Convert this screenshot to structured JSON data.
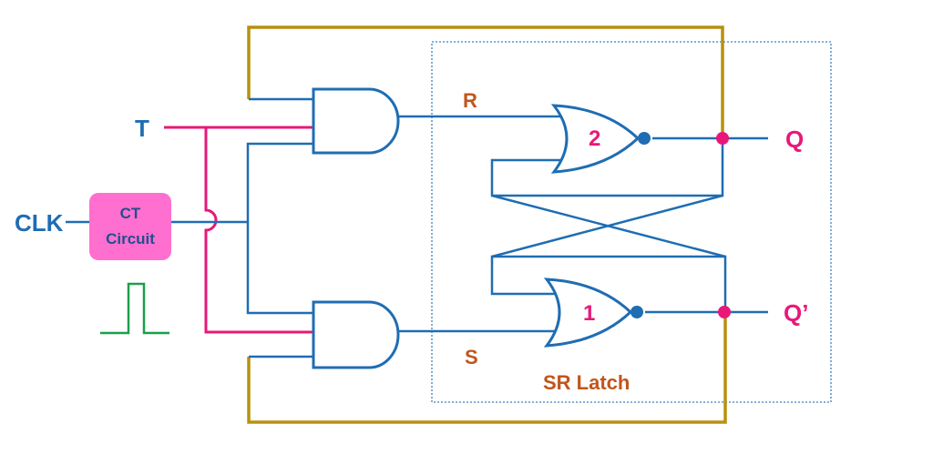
{
  "labels": {
    "clk": "CLK",
    "t": "T",
    "r": "R",
    "s": "S",
    "q": "Q",
    "q_bar": "Q’",
    "ct_line1": "CT",
    "ct_line2": "Circuit",
    "gate2": "2",
    "gate1": "1",
    "latch": "SR Latch"
  },
  "colors": {
    "blue": "#1f6db3",
    "magenta": "#e8187a",
    "gold": "#b8900f",
    "orange": "#c0561c",
    "green": "#1aa04a",
    "ct_fill": "#ff6fcf",
    "latch_border": "#3c7fbf"
  }
}
